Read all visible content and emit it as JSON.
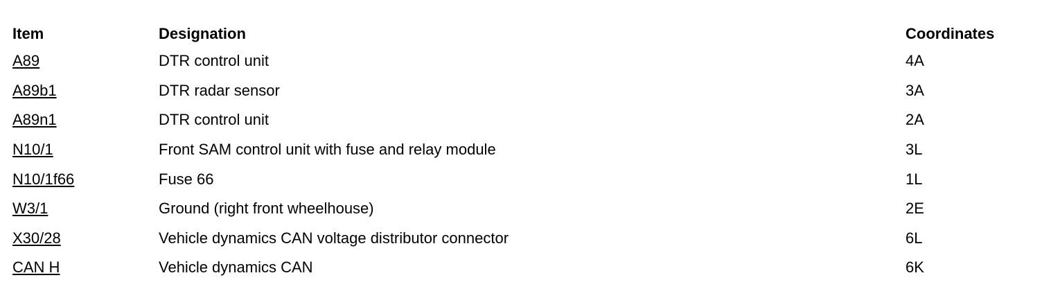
{
  "table": {
    "headers": {
      "item": "Item",
      "designation": "Designation",
      "coordinates": "Coordinates"
    },
    "rows": [
      {
        "item": "A89",
        "designation": "DTR control unit",
        "coordinates": "4A"
      },
      {
        "item": "A89b1",
        "designation": "DTR radar sensor",
        "coordinates": "3A"
      },
      {
        "item": "A89n1",
        "designation": "DTR control unit",
        "coordinates": "2A"
      },
      {
        "item": "N10/1",
        "designation": "Front SAM control unit with fuse and relay module",
        "coordinates": "3L"
      },
      {
        "item": "N10/1f66",
        "designation": "Fuse 66",
        "coordinates": "1L"
      },
      {
        "item": "W3/1",
        "designation": "Ground (right front wheelhouse)",
        "coordinates": "2E"
      },
      {
        "item": "X30/28",
        "designation": "Vehicle dynamics CAN voltage distributor connector",
        "coordinates": "6L"
      },
      {
        "item": "CAN H",
        "designation": "Vehicle dynamics CAN",
        "coordinates": "6K"
      }
    ]
  }
}
